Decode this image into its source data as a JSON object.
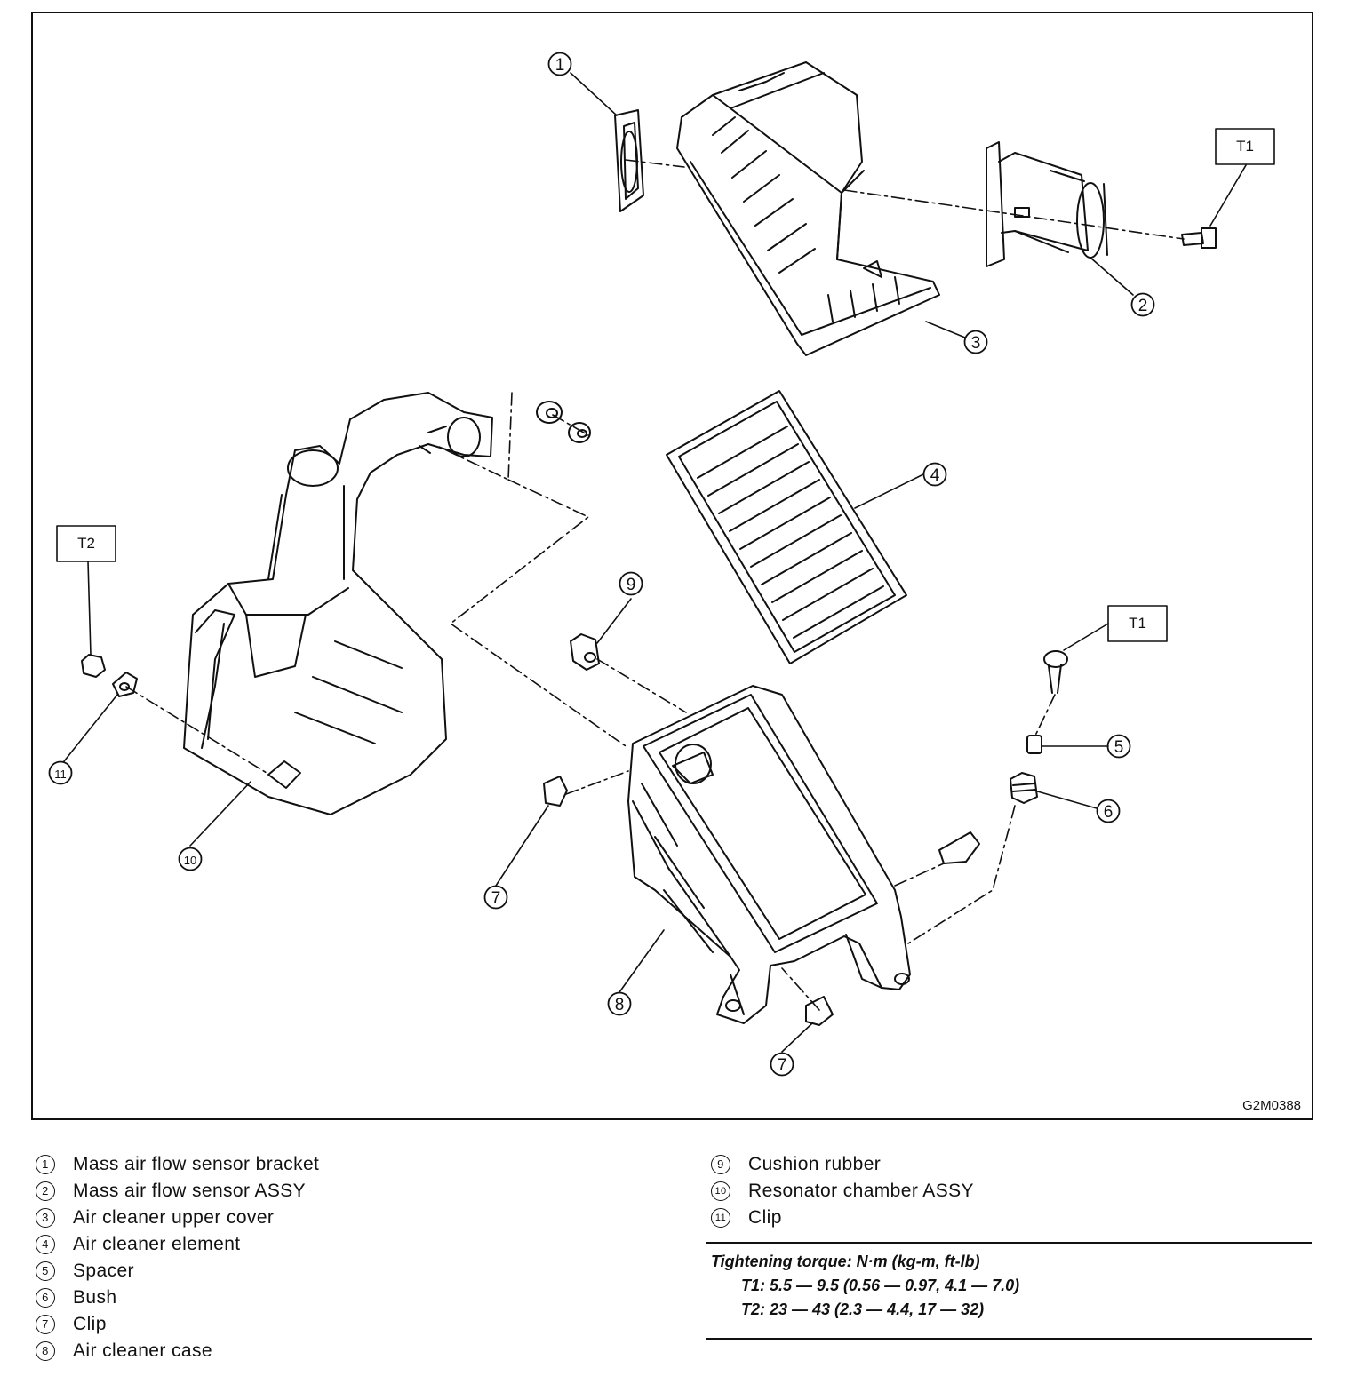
{
  "figure": {
    "code": "G2M0388",
    "callouts": [
      "1",
      "2",
      "3",
      "4",
      "5",
      "6",
      "7",
      "8",
      "9",
      "10",
      "11"
    ],
    "torque_tags": {
      "t1": "T1",
      "t2": "T2"
    }
  },
  "legend": {
    "items": [
      {
        "num": "1",
        "label": "Mass air flow sensor bracket"
      },
      {
        "num": "2",
        "label": "Mass air flow sensor ASSY"
      },
      {
        "num": "3",
        "label": "Air cleaner upper cover"
      },
      {
        "num": "4",
        "label": "Air cleaner element"
      },
      {
        "num": "5",
        "label": "Spacer"
      },
      {
        "num": "6",
        "label": "Bush"
      },
      {
        "num": "7",
        "label": "Clip"
      },
      {
        "num": "8",
        "label": "Air cleaner case"
      },
      {
        "num": "9",
        "label": "Cushion rubber"
      },
      {
        "num": "10",
        "label": "Resonator chamber ASSY"
      },
      {
        "num": "11",
        "label": "Clip"
      }
    ]
  },
  "torque": {
    "title": "Tightening torque: N·m (kg-m, ft-lb)",
    "t1": "T1:  5.5 — 9.5 (0.56 — 0.97, 4.1 — 7.0)",
    "t2": "T2:  23 — 43 (2.3 — 4.4, 17 — 32)"
  }
}
